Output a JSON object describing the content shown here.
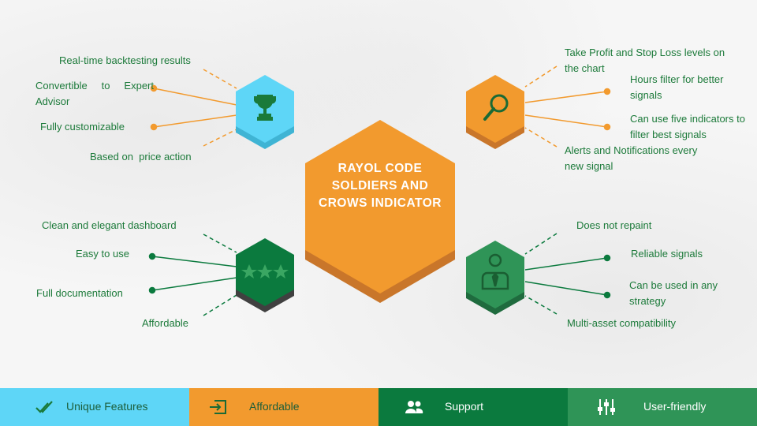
{
  "center": {
    "title": "RAYOL CODE SOLDIERS AND CROWS INDICATOR"
  },
  "colors": {
    "blue": "#5ed6f7",
    "orange": "#f29a2e",
    "dark_green": "#0b7a3e",
    "green": "#2f9457",
    "label_text": "#1c7a3a"
  },
  "hexagons": {
    "top_left": {
      "icon": "trophy-icon"
    },
    "top_right": {
      "icon": "magnifier-icon"
    },
    "bottom_left": {
      "icon": "stars-icon"
    },
    "bottom_right": {
      "icon": "user-icon"
    }
  },
  "labels": {
    "top_left": [
      "Real-time backtesting results",
      "Convertible to Expert Advisor",
      "Fully customizable",
      "Based on  price action"
    ],
    "top_right": [
      "Take Profit and Stop Loss levels on the chart",
      "Hours filter for better signals",
      "Can use five indicators to filter best signals",
      "Alerts and Notifications every new signal"
    ],
    "bottom_left": [
      "Clean and elegant dashboard",
      "Easy to use",
      "Full documentation",
      "Affordable"
    ],
    "bottom_right": [
      "Does not repaint",
      "Reliable signals",
      "Can be used in any strategy",
      "Multi-asset compatibility"
    ]
  },
  "footer": {
    "tabs": [
      {
        "label": "Unique Features",
        "icon": "double-check-icon",
        "color": "#5ed6f7"
      },
      {
        "label": "Affordable",
        "icon": "enter-icon",
        "color": "#f29a2e"
      },
      {
        "label": "Support",
        "icon": "people-icon",
        "color": "#0b7a3e"
      },
      {
        "label": "User-friendly",
        "icon": "sliders-icon",
        "color": "#2f9457"
      }
    ]
  }
}
